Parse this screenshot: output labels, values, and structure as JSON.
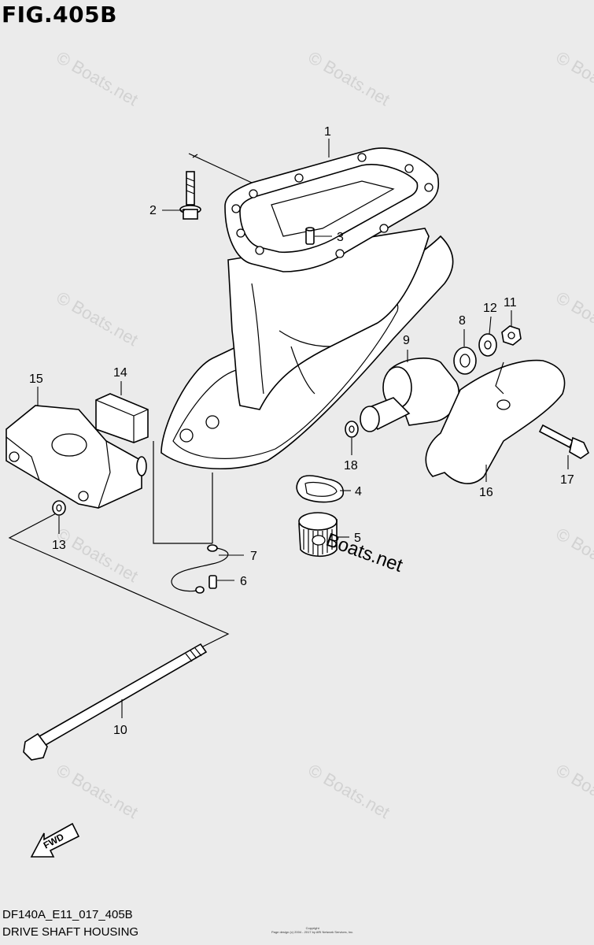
{
  "figure_title": "FIG.405B",
  "figure_code": "DF140A_E11_017_405B",
  "figure_name": "DRIVE SHAFT HOUSING",
  "copyright_line1": "Copyright",
  "copyright_line2": "Page design (c) 2004 - 2017 by ARI Network Services, Inc.",
  "watermark_text": "© Boats.net",
  "watermark_dark": "Boats.net",
  "fwd_label": "FWD",
  "callouts": [
    {
      "id": "c1",
      "label": "1"
    },
    {
      "id": "c2",
      "label": "2"
    },
    {
      "id": "c3",
      "label": "3"
    },
    {
      "id": "c4",
      "label": "4"
    },
    {
      "id": "c5",
      "label": "5"
    },
    {
      "id": "c6",
      "label": "6"
    },
    {
      "id": "c7",
      "label": "7"
    },
    {
      "id": "c8",
      "label": "8"
    },
    {
      "id": "c9",
      "label": "9"
    },
    {
      "id": "c10",
      "label": "10"
    },
    {
      "id": "c11",
      "label": "11"
    },
    {
      "id": "c12",
      "label": "12"
    },
    {
      "id": "c13",
      "label": "13"
    },
    {
      "id": "c14",
      "label": "14"
    },
    {
      "id": "c15",
      "label": "15"
    },
    {
      "id": "c16",
      "label": "16"
    },
    {
      "id": "c17",
      "label": "17"
    },
    {
      "id": "c18",
      "label": "18"
    }
  ]
}
